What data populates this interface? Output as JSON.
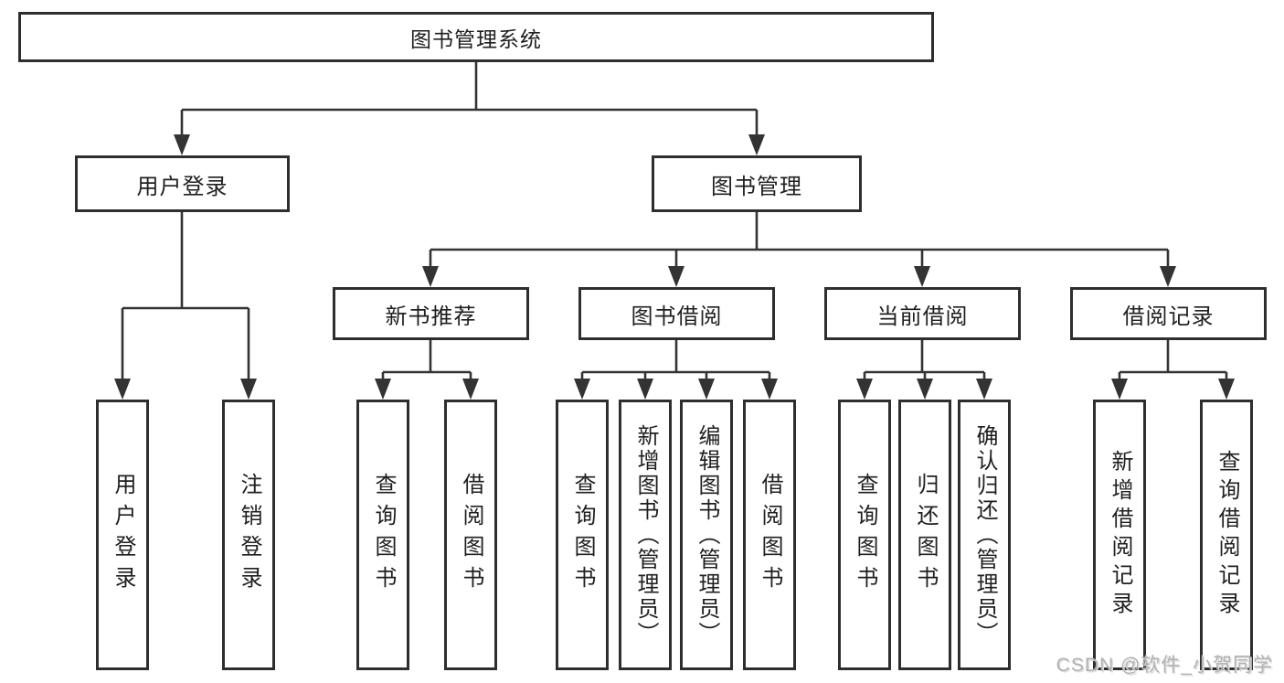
{
  "diagram": {
    "root": {
      "label": "图书管理系统"
    },
    "branches": [
      {
        "label": "用户登录",
        "children": [
          {
            "label": "用户登录"
          },
          {
            "label": "注销登录"
          }
        ]
      },
      {
        "label": "图书管理",
        "children": [
          {
            "label": "新书推荐",
            "children": [
              {
                "label": "查询图书"
              },
              {
                "label": "借阅图书"
              }
            ]
          },
          {
            "label": "图书借阅",
            "children": [
              {
                "label": "查询图书"
              },
              {
                "label": "新增图书（管理员）"
              },
              {
                "label": "编辑图书（管理员）"
              },
              {
                "label": "借阅图书"
              }
            ]
          },
          {
            "label": "当前借阅",
            "children": [
              {
                "label": "查询图书"
              },
              {
                "label": "归还图书"
              },
              {
                "label": "确认归还（管理员）"
              }
            ]
          },
          {
            "label": "借阅记录",
            "children": [
              {
                "label": "新增借阅记录"
              },
              {
                "label": "查询借阅记录"
              }
            ]
          }
        ]
      }
    ],
    "watermark": "CSDN @软件_小贺同学",
    "colors": {
      "line": "#333333",
      "box_border": "#2e2e2e",
      "text": "#1f1f1f",
      "watermark": "#b1b1b1",
      "background": "#ffffff"
    }
  }
}
